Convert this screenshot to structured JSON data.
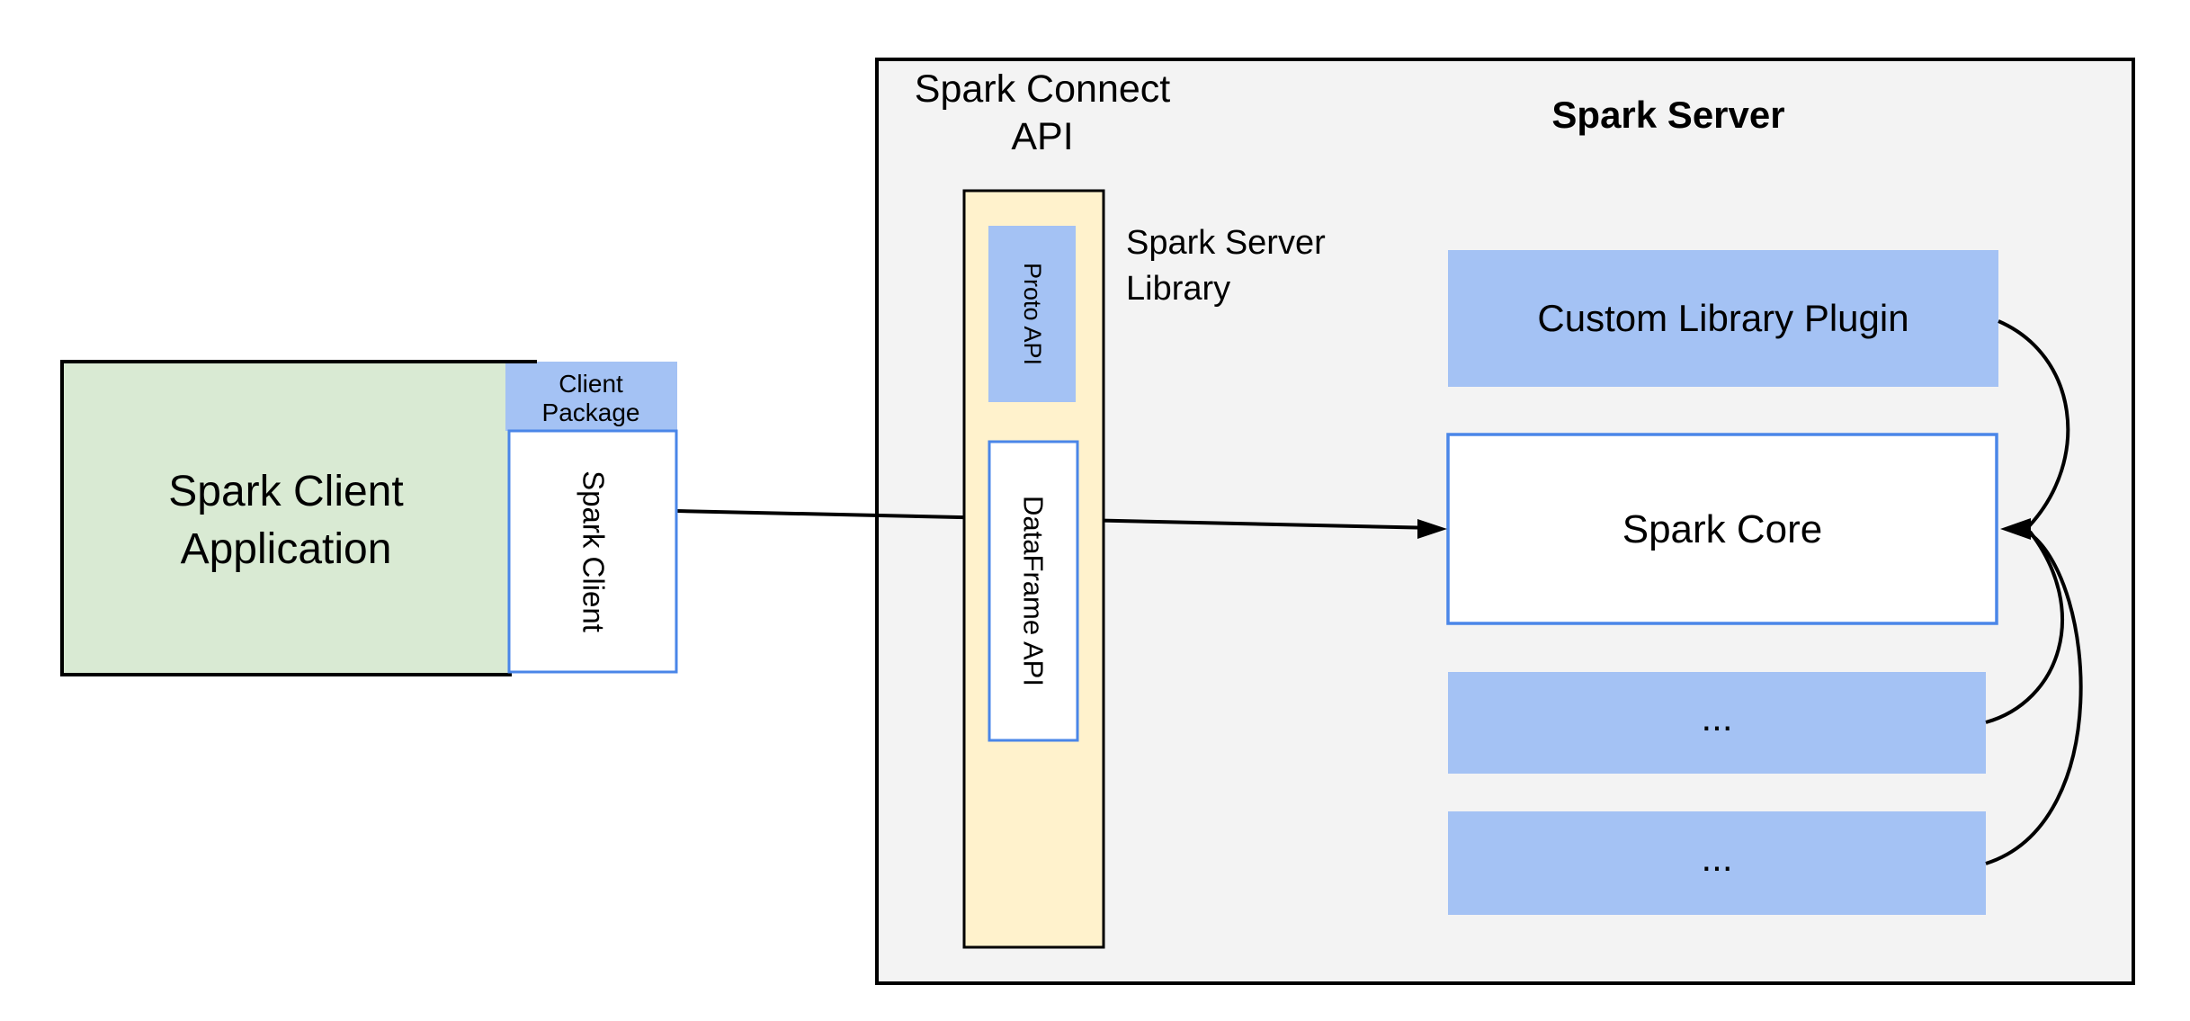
{
  "colors": {
    "green_fill": "#d9ead3",
    "blue_fill": "#a4c2f4",
    "yellow_fill": "#fff2cc",
    "gray_fill": "#f3f3f3",
    "white_fill": "#ffffff",
    "blue_border": "#4a86e8",
    "black": "#000000"
  },
  "client_app": {
    "line1": "Spark Client",
    "line2": "Application"
  },
  "client_package": {
    "line1": "Client",
    "line2": "Package"
  },
  "spark_client_box": {
    "label": "Spark Client"
  },
  "connect_api": {
    "line1": "Spark Connect",
    "line2": "API"
  },
  "proto_api": {
    "label": "Proto API"
  },
  "dataframe_api": {
    "label": "DataFrame API"
  },
  "server_library": {
    "line1": "Spark Server",
    "line2": "Library"
  },
  "spark_server": {
    "title": "Spark Server"
  },
  "plugin": {
    "label": "Custom Library Plugin"
  },
  "core": {
    "label": "Spark Core"
  },
  "dots_top": {
    "label": "..."
  },
  "dots_bottom": {
    "label": "..."
  }
}
